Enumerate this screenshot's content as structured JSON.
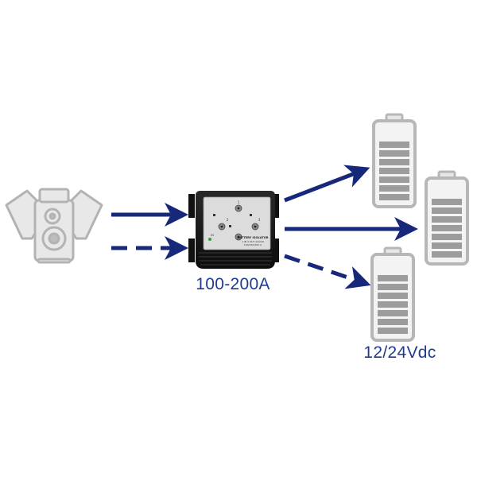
{
  "labels": {
    "current": "100-200A",
    "voltage": "12/24Vdc"
  },
  "device": {
    "panel_title": "BATTERY ISOLATOR",
    "panel_line1": "1 IN  3 OUT  12/24V",
    "panel_line2": "100/150/200 A",
    "terminal_marks": [
      "1",
      "2",
      "3",
      "IN"
    ]
  },
  "batteries": [
    {
      "id": "battery-1",
      "charge_bars": 7
    },
    {
      "id": "battery-2",
      "charge_bars": 7
    },
    {
      "id": "battery-3",
      "charge_bars": 7
    }
  ],
  "colors": {
    "arrow": "#17287a",
    "icon_stroke": "#b7b7b7",
    "icon_fill": "#e6e6e6",
    "battery_bar": "#9c9c9c",
    "device_body": "#1a1a1a",
    "device_panel": "#dcdcdc",
    "label_text": "#1f3b8f"
  },
  "arrows": [
    {
      "id": "input-arrow-solid",
      "style": "solid"
    },
    {
      "id": "input-arrow-dashed",
      "style": "dashed"
    },
    {
      "id": "output-arrow-top",
      "style": "solid"
    },
    {
      "id": "output-arrow-middle",
      "style": "solid"
    },
    {
      "id": "output-arrow-bottom",
      "style": "dashed"
    }
  ]
}
